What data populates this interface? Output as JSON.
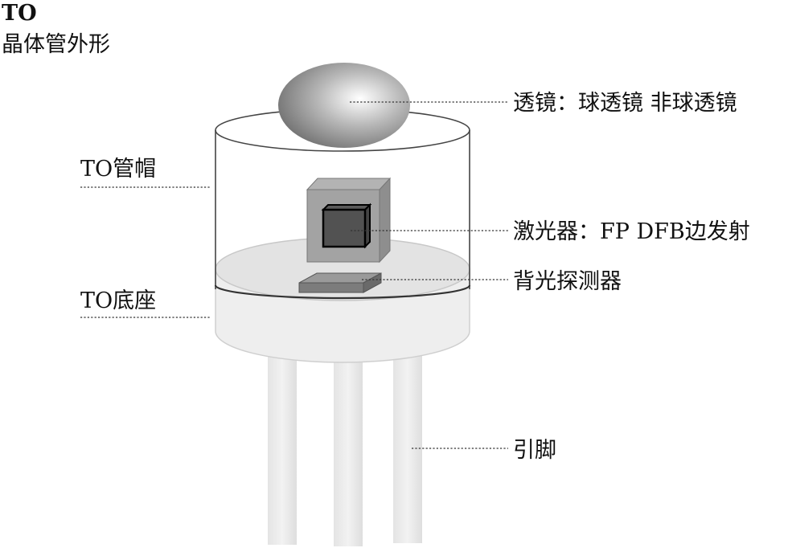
{
  "title": {
    "line1": "TO",
    "line2": "晶体管外形"
  },
  "labels": {
    "lens": "透镜：球透镜 非球透镜",
    "cap": "TO管帽",
    "laser": "激光器：FP DFB边发射",
    "monitor": "背光探测器",
    "base": "TO底座",
    "pins": "引脚"
  }
}
